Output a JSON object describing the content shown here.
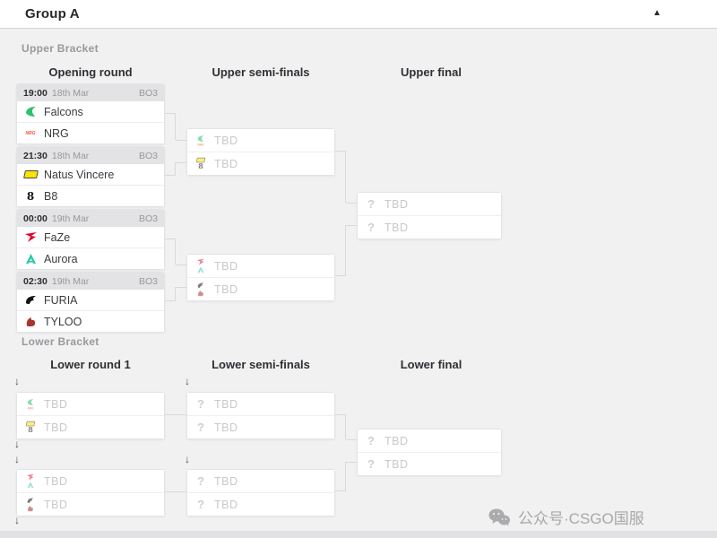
{
  "header": {
    "title": "Group A"
  },
  "glyphs": {
    "collapse": "▲",
    "drop_arrow": "↓",
    "unknown": "?"
  },
  "upper": {
    "section_label": "Upper Bracket",
    "columns": [
      "Opening round",
      "Upper semi-finals",
      "Upper final"
    ],
    "opening": [
      {
        "time": "19:00",
        "date": "18th Mar",
        "format": "BO3",
        "team1": "Falcons",
        "team2": "NRG"
      },
      {
        "time": "21:30",
        "date": "18th Mar",
        "format": "BO3",
        "team1": "Natus Vincere",
        "team2": "B8"
      },
      {
        "time": "00:00",
        "date": "19th Mar",
        "format": "BO3",
        "team1": "FaZe",
        "team2": "Aurora"
      },
      {
        "time": "02:30",
        "date": "19th Mar",
        "format": "BO3",
        "team1": "FURIA",
        "team2": "TYLOO"
      }
    ],
    "semifinals": [
      {
        "slot1": "TBD",
        "slot2": "TBD"
      },
      {
        "slot1": "TBD",
        "slot2": "TBD"
      }
    ],
    "final": {
      "slot1": "TBD",
      "slot2": "TBD"
    }
  },
  "lower": {
    "section_label": "Lower Bracket",
    "columns": [
      "Lower round 1",
      "Lower semi-finals",
      "Lower final"
    ],
    "round1": [
      {
        "slot1": "TBD",
        "slot2": "TBD"
      },
      {
        "slot1": "TBD",
        "slot2": "TBD"
      }
    ],
    "semifinals": [
      {
        "slot1": "TBD",
        "slot2": "TBD"
      },
      {
        "slot1": "TBD",
        "slot2": "TBD"
      }
    ],
    "final": {
      "slot1": "TBD",
      "slot2": "TBD"
    }
  },
  "watermark": {
    "text": "公众号·CSGO国服"
  },
  "colors": {
    "falcons_green": "#2fbf71",
    "nrg_red": "#f0563c",
    "navi_yellow": "#fce300",
    "b8_black": "#141414",
    "faze_red": "#e4032e",
    "aurora_teal": "#2cc9a7",
    "furia_black": "#141414",
    "tyloo_red": "#a5372f",
    "card_header_bg": "#e3e3e5",
    "connector": "#d9d9da",
    "page_bg": "#f1f1f2"
  }
}
